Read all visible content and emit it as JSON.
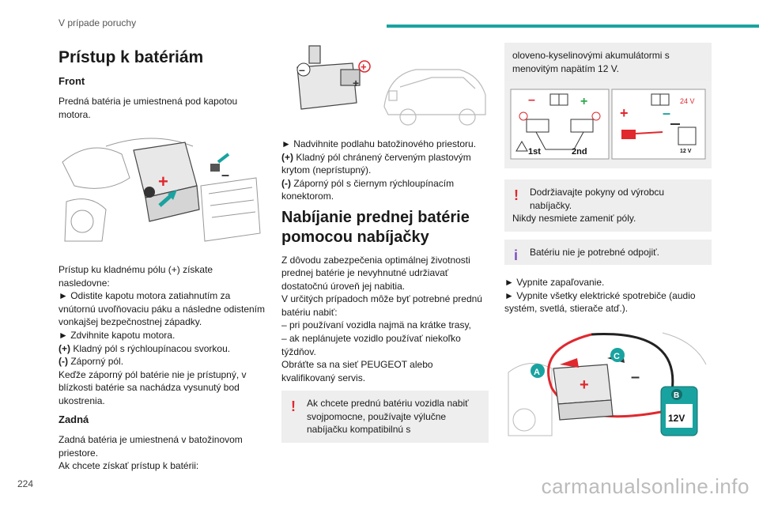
{
  "header": {
    "section": "V prípade poruchy"
  },
  "page_number": "224",
  "watermark": "carmanualsonline.info",
  "col1": {
    "title": "Prístup k batériám",
    "front_heading": "Front",
    "front_text": "Predná batéria je umiestnená pod kapotou motora.",
    "access_lines": [
      "Prístup ku kladnému pólu (+) získate nasledovne:",
      "► Odistite kapotu motora zatiahnutím za vnútornú uvoľňovaciu páku a následne odistením vonkajšej bezpečnostnej západky.",
      "► Zdvihnite kapotu motora."
    ],
    "plus_label": "(+)",
    "plus_text": " Kladný pól s rýchloupínacou svorkou.",
    "minus_label": "(-)",
    "minus_text": " Záporný pól.",
    "minus_note": "Keďže záporný pól batérie nie je prístupný, v blízkosti batérie sa nachádza vysunutý bod ukostrenia.",
    "rear_heading": "Zadná",
    "rear_text": "Zadná batéria je umiestnená v batožinovom priestore.",
    "rear_access": "Ak chcete získať prístup k batérii:"
  },
  "col2": {
    "lift_text": "► Nadvihnite podlahu batožinového priestoru.",
    "plus_label": "(+)",
    "plus_text": " Kladný pól chránený červeným plastovým krytom (neprístupný).",
    "minus_label": "(-)",
    "minus_text": " Záporný pól s čiernym rýchloupínacím konektorom.",
    "title": "Nabíjanie prednej batérie pomocou nabíjačky",
    "para1": "Z dôvodu zabezpečenia optimálnej životnosti prednej batérie je nevyhnutné udržiavať dostatočnú úroveň jej nabitia.",
    "para2": "V určitých prípadoch môže byť potrebné prednú batériu nabiť:",
    "dash1": "– pri používaní vozidla najmä na krátke trasy,",
    "dash2": "– ak neplánujete vozidlo používať niekoľko týždňov.",
    "para3": "Obráťte sa na sieť PEUGEOT alebo kvalifikovaný servis.",
    "warn_text": "Ak chcete prednú batériu vozidla nabiť svojpomocne, používajte výlučne nabíjačku kompatibilnú s"
  },
  "col3": {
    "cont_text": "oloveno-kyselinovými akumulátormi s menovitým napätím 12 V.",
    "fig_labels": {
      "first": "1st",
      "second": "2nd",
      "volt": "24 V",
      "v12": "12 V"
    },
    "warn_line1": "Dodržiavajte pokyny od výrobcu nabíjačky.",
    "warn_line2": "Nikdy nesmiete zameniť póly.",
    "info_text": "Batériu nie je potrebné odpojiť.",
    "step1": "► Vypnite zapaľovanie.",
    "step2": "► Vypnite všetky elektrické spotrebiče (audio systém, svetlá, stierače atď.).",
    "fig_letters": {
      "a": "A",
      "b": "B",
      "c": "C",
      "volt": "12V"
    }
  },
  "colors": {
    "accent": "#19a3a0",
    "red": "#e0282e",
    "info": "#7d4fc2"
  }
}
